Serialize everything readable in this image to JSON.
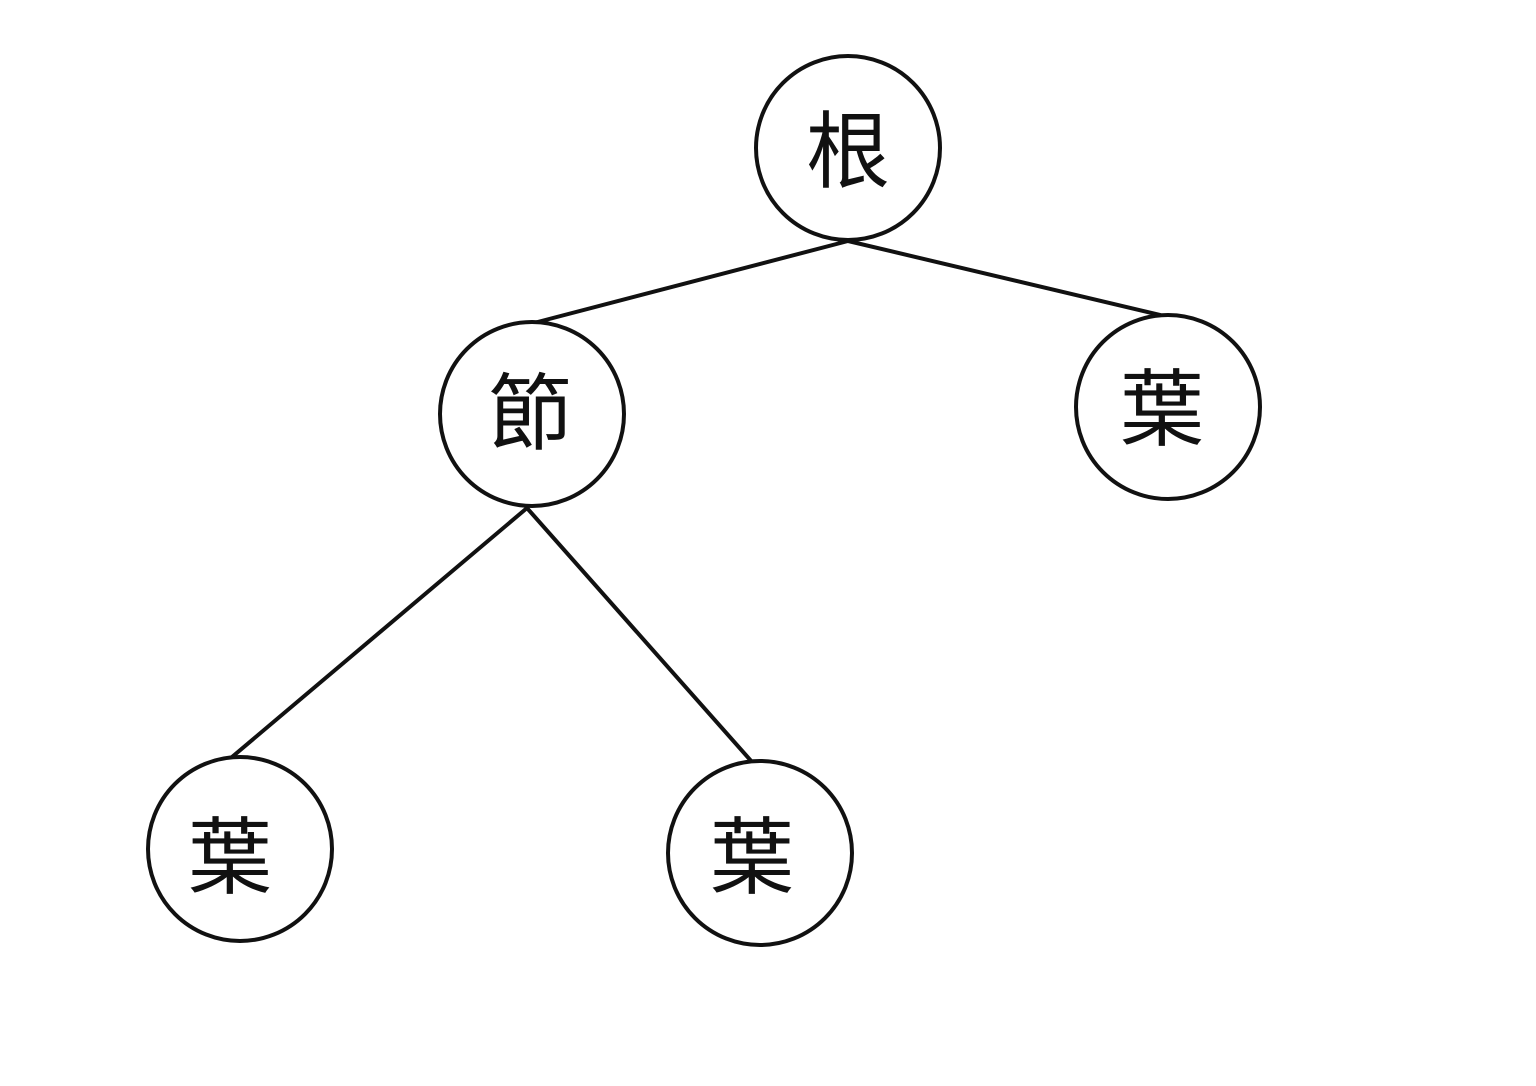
{
  "diagram": {
    "type": "tree",
    "nodes": [
      {
        "id": "root",
        "label": "根"
      },
      {
        "id": "node",
        "label": "節"
      },
      {
        "id": "leaf_right",
        "label": "葉"
      },
      {
        "id": "leaf_bottom_left",
        "label": "葉"
      },
      {
        "id": "leaf_bottom_middle",
        "label": "葉"
      }
    ],
    "edges": [
      [
        "root",
        "node"
      ],
      [
        "root",
        "leaf_right"
      ],
      [
        "node",
        "leaf_bottom_left"
      ],
      [
        "node",
        "leaf_bottom_middle"
      ]
    ]
  }
}
